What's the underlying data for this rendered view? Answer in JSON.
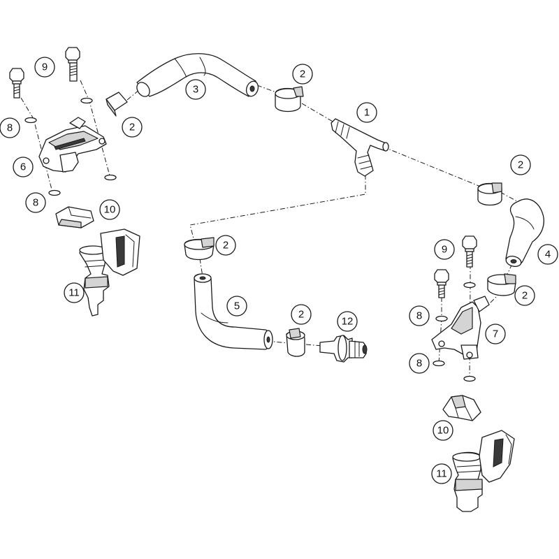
{
  "callouts": [
    {
      "label": "1"
    },
    {
      "label": "2"
    },
    {
      "label": "2"
    },
    {
      "label": "2"
    },
    {
      "label": "2"
    },
    {
      "label": "2"
    },
    {
      "label": "2"
    },
    {
      "label": "3"
    },
    {
      "label": "4"
    },
    {
      "label": "5"
    },
    {
      "label": "6"
    },
    {
      "label": "7"
    },
    {
      "label": "8"
    },
    {
      "label": "8"
    },
    {
      "label": "8"
    },
    {
      "label": "8"
    },
    {
      "label": "9"
    },
    {
      "label": "9"
    },
    {
      "label": "10"
    },
    {
      "label": "10"
    },
    {
      "label": "11"
    },
    {
      "label": "11"
    },
    {
      "label": "12"
    }
  ]
}
